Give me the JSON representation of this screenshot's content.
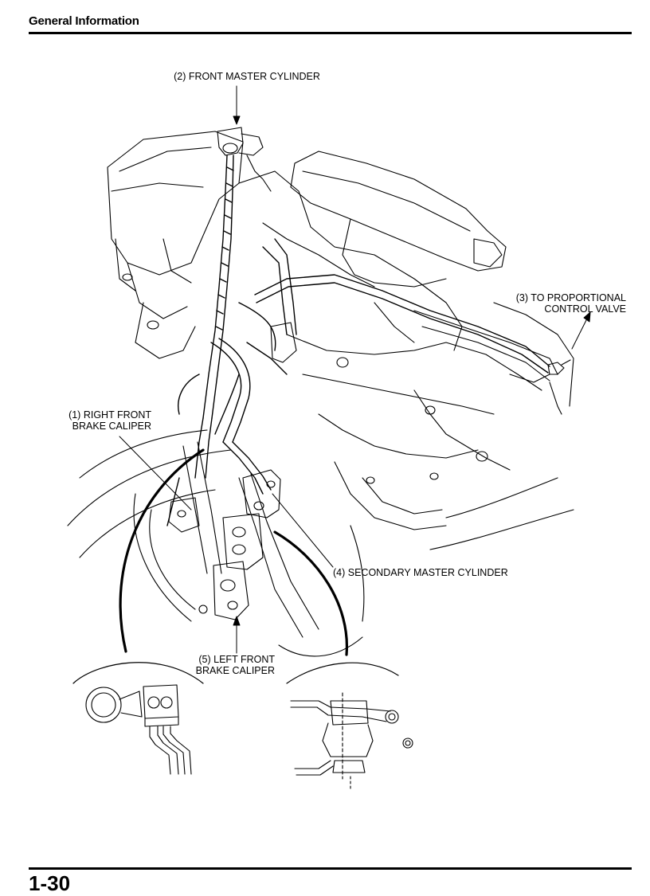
{
  "header": {
    "title": "General Information"
  },
  "callouts": {
    "front_master_cylinder": "(2) FRONT MASTER CYLINDER",
    "proportional_control_valve": "(3) TO PROPORTIONAL\nCONTROL VALVE",
    "right_front_brake_caliper": "(1) RIGHT FRONT\nBRAKE CALIPER",
    "secondary_master_cylinder": "(4) SECONDARY MASTER CYLINDER",
    "left_front_brake_caliper": "(5) LEFT FRONT\nBRAKE CALIPER"
  },
  "footer": {
    "page_number": "1-30"
  }
}
